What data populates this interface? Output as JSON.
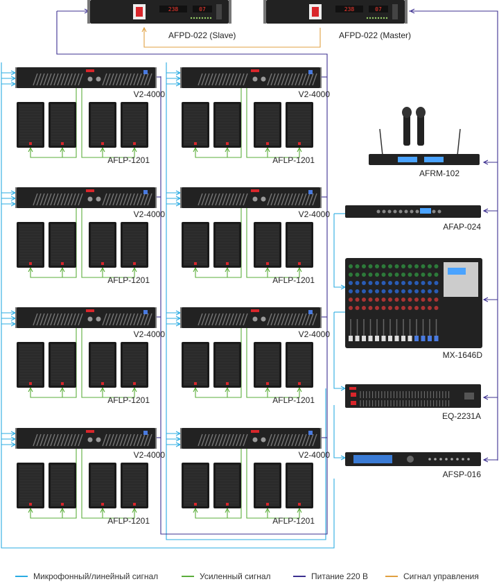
{
  "colors": {
    "mic_line": "#29abe2",
    "amplified": "#5aad3a",
    "power": "#3b2f8f",
    "control": "#e0a040",
    "device": "#222222",
    "speaker": "#1a1a1a",
    "logo": "#d9262b"
  },
  "devices": {
    "power_slave": "AFPD-022 (Slave)",
    "power_master": "AFPD-022 (Master)",
    "microphone": "AFRM-102",
    "preamp": "AFAP-024",
    "mixer": "MX-1646D",
    "equalizer": "EQ-2231A",
    "processor": "AFSP-016",
    "amplifier": "V2-4000",
    "speaker": "AFLP-1201"
  },
  "display_values": {
    "slave_display_a": "238",
    "slave_display_b": "07",
    "master_display_a": "238",
    "master_display_b": "07"
  },
  "legend": [
    {
      "label": "Микрофонный/линейный сигнал",
      "color_key": "mic_line"
    },
    {
      "label": "Усиленный сигнал",
      "color_key": "amplified"
    },
    {
      "label": "Питание 220 В",
      "color_key": "power"
    },
    {
      "label": "Сигнал управления",
      "color_key": "control"
    }
  ]
}
